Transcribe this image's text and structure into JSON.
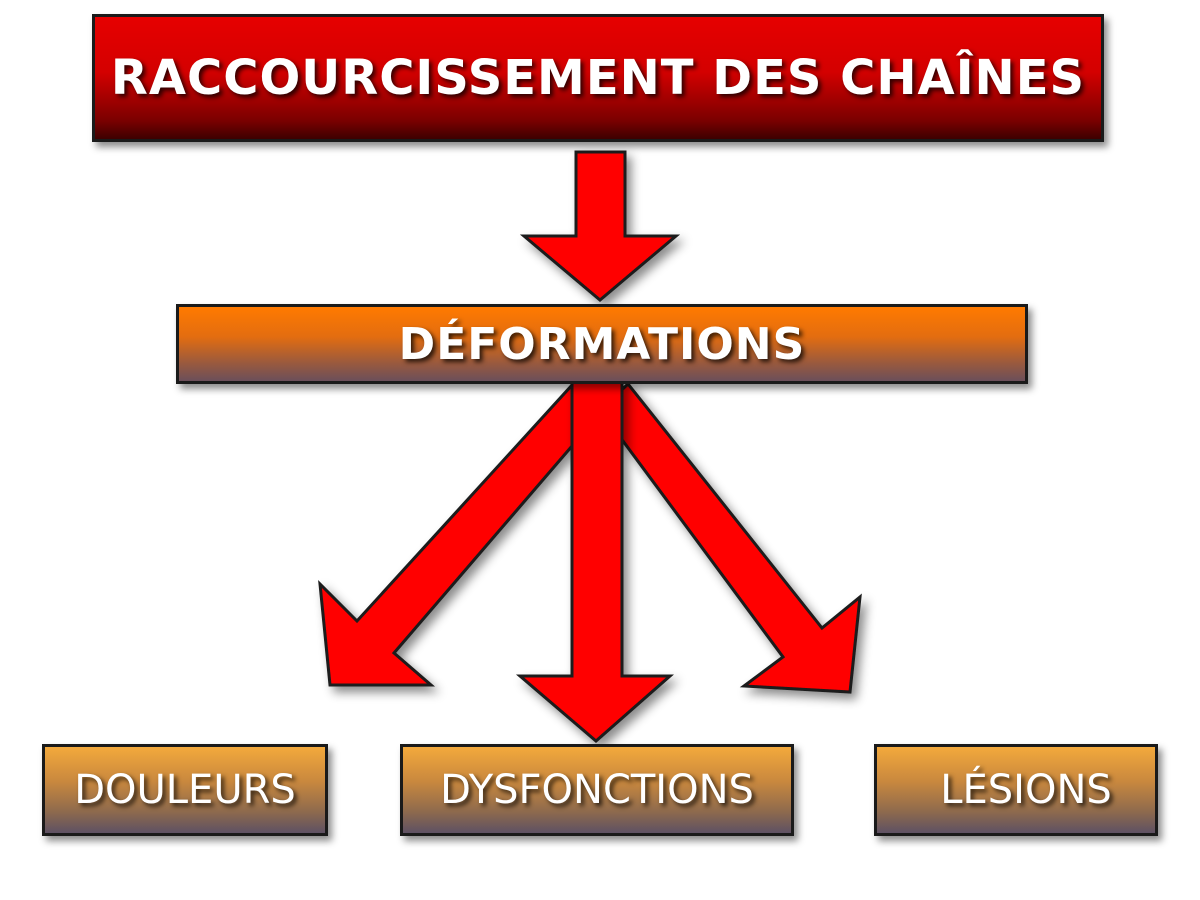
{
  "diagram": {
    "top": {
      "label": "RACCOURCISSEMENT DES CHAÎNES"
    },
    "middle": {
      "label": "DÉFORMATIONS"
    },
    "bottom": [
      {
        "label": "DOULEURS"
      },
      {
        "label": "DYSFONCTIONS"
      },
      {
        "label": "LÉSIONS"
      }
    ]
  },
  "colors": {
    "arrow_fill": "#ff0000",
    "arrow_stroke": "#1a1a1a",
    "top_box": "#d40000",
    "middle_box": "#ff7a00",
    "bottom_box": "#f3a93c"
  }
}
